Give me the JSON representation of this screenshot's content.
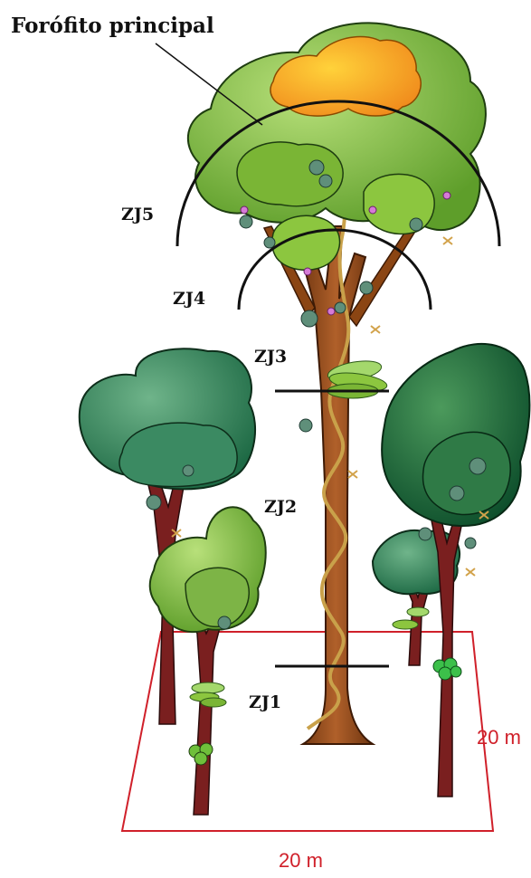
{
  "title": "Forófito principal",
  "zones": {
    "zj1": "ZJ1",
    "zj2": "ZJ2",
    "zj3": "ZJ3",
    "zj4": "ZJ4",
    "zj5": "ZJ5"
  },
  "plot": {
    "width_label": "20 m",
    "depth_label": "20 m"
  },
  "colors": {
    "plot_line": "#d0202a",
    "zone_line": "#111111",
    "trunk": "#8b4513",
    "crown_main": "#8cc63f",
    "crown_dark": "#2e8b57",
    "flowers": "#f5a623"
  }
}
